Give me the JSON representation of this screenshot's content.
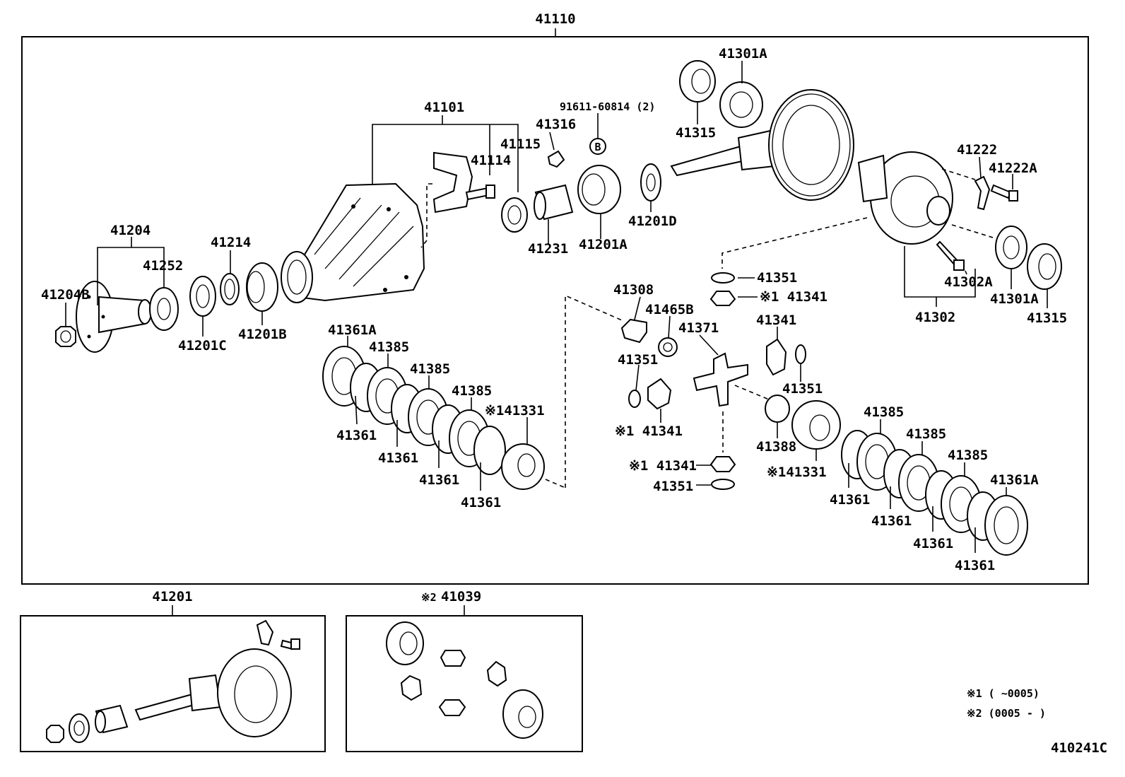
{
  "diagram_code": "410241C",
  "assembly": {
    "main": "41110",
    "sub_ring_pinion": "41201",
    "sub_gear_kit": "41039",
    "sub_gear_kit_mark": "※2"
  },
  "labels": {
    "p41101": "41101",
    "p41115": "41115",
    "p41114": "41114",
    "p41316": "41316",
    "p91611": "91611-60814 (2)",
    "circle_b": "B",
    "p41204": "41204",
    "p41204B": "41204B",
    "p41252": "41252",
    "p41214": "41214",
    "p41201C": "41201C",
    "p41201B": "41201B",
    "p41231": "41231",
    "p41201A": "41201A",
    "p41201D": "41201D",
    "p41315_top": "41315",
    "p41301A_top": "41301A",
    "p41222": "41222",
    "p41222A": "41222A",
    "p41302A": "41302A",
    "p41301A_right": "41301A",
    "p41315_right": "41315",
    "p41302": "41302",
    "p41351_a": "41351",
    "p41341_a": "※1 41341",
    "p41308": "41308",
    "p41465B": "41465B",
    "p41371": "41371",
    "p41341_b": "41341",
    "p41351_b": "41351",
    "p41351_c": "41351",
    "p41341_c": "※1 41341",
    "p41388": "41388",
    "p41331_r": "※141331",
    "p41341_d": "※1 41341",
    "p41351_d": "41351",
    "p41361A_l": "41361A",
    "p41385_l1": "41385",
    "p41385_l2": "41385",
    "p41385_l3": "41385",
    "p41331_l": "※141331",
    "p41361_l1": "41361",
    "p41361_l2": "41361",
    "p41361_l3": "41361",
    "p41361_l4": "41361",
    "p41385_r1": "41385",
    "p41385_r2": "41385",
    "p41385_r3": "41385",
    "p41361A_r": "41361A",
    "p41361_r1": "41361",
    "p41361_r2": "41361",
    "p41361_r3": "41361",
    "p41361_r4": "41361"
  },
  "notes": {
    "note1": "※1 (      ~0005)",
    "note2": "※2 (0005 -      )"
  }
}
